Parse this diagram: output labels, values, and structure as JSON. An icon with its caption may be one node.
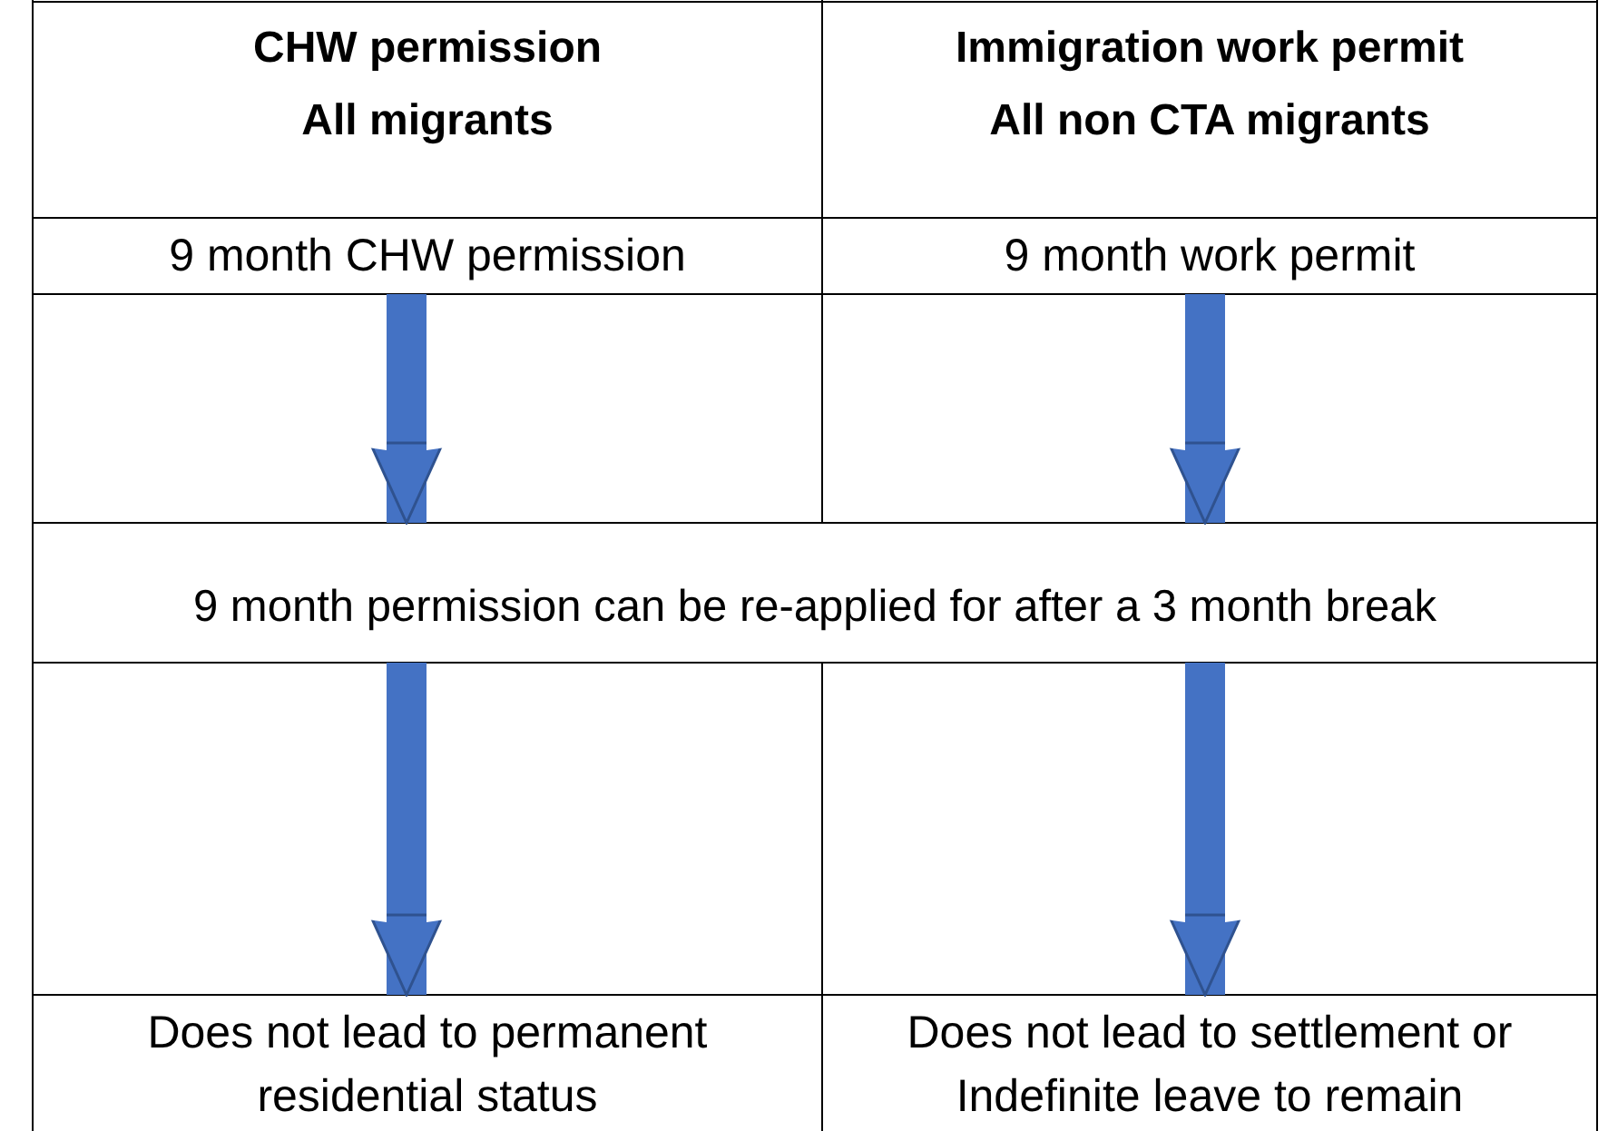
{
  "diagram": {
    "nodes": [
      {
        "text": [
          "CHW permission All migrants"
        ]
      },
      {
        "text": [
          "Immigration work permit All non CTA migrants"
        ]
      },
      {
        "text": [
          "9 month CHW permission"
        ]
      },
      {
        "text": [
          "9 month work permit"
        ]
      },
      {
        "text": [
          "9 month permission can be re-applied for after a 3 month break"
        ]
      },
      {
        "text": [
          "Does not lead to permanent residential status"
        ]
      },
      {
        "text": [
          "Does not lead to settlement or Indefinite leave to remain"
        ]
      }
    ],
    "edges": [
      {
        "from": 2,
        "to": 4,
        "arrow": "to"
      },
      {
        "from": 3,
        "to": 4,
        "arrow": "to"
      },
      {
        "from": 4,
        "to": 5,
        "arrow": "to"
      },
      {
        "from": 4,
        "to": 6,
        "arrow": "to"
      }
    ]
  }
}
